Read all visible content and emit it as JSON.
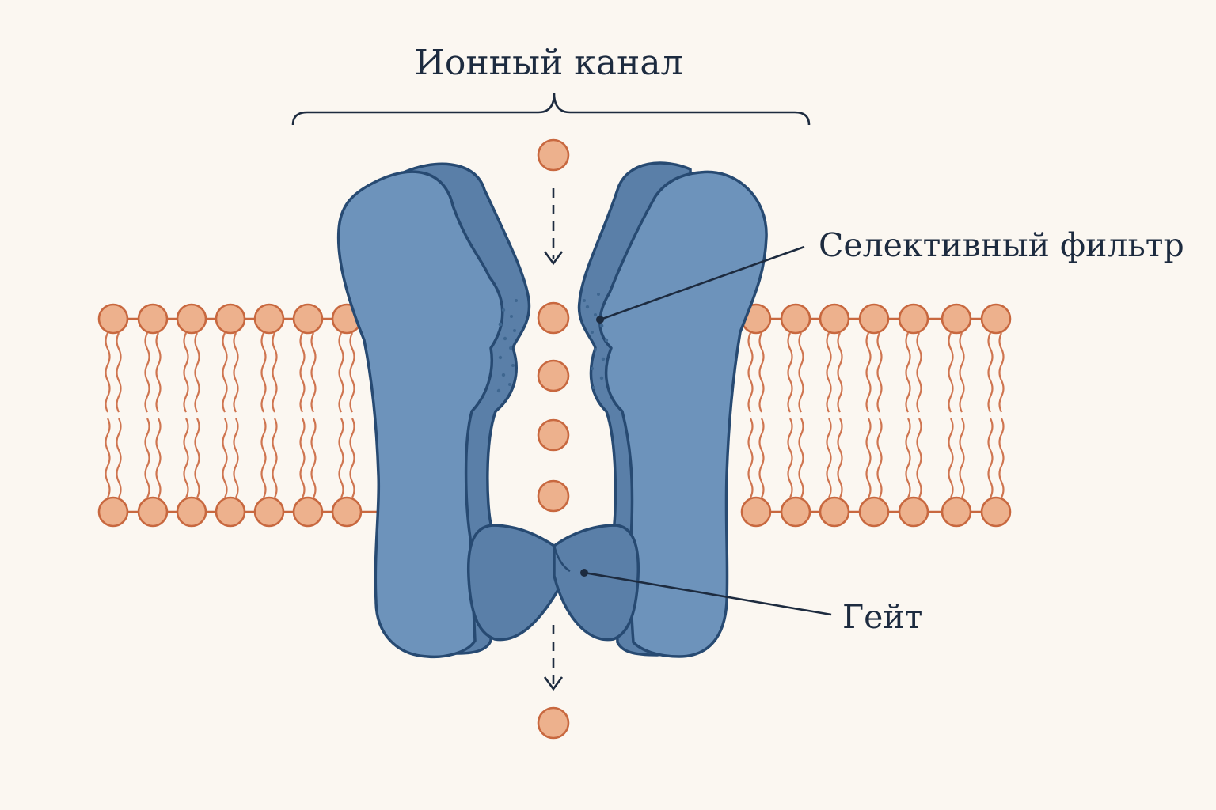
{
  "title": "Ионный канал",
  "labels": {
    "selective_filter": "Селективный фильтр",
    "gate": "Гейт"
  },
  "colors": {
    "background": "#fbf7f1",
    "lipid_head": "#edb18d",
    "lipid_outline": "#c8683f",
    "lipid_tail": "#cf7550",
    "protein_light": "#6d93bb",
    "protein_dark": "#5a7fa8",
    "protein_outline": "#274a72",
    "ion": "#edb18d",
    "text": "#1d2b3f"
  },
  "icons": {
    "flow_arrow": "dashed-down-arrow"
  }
}
